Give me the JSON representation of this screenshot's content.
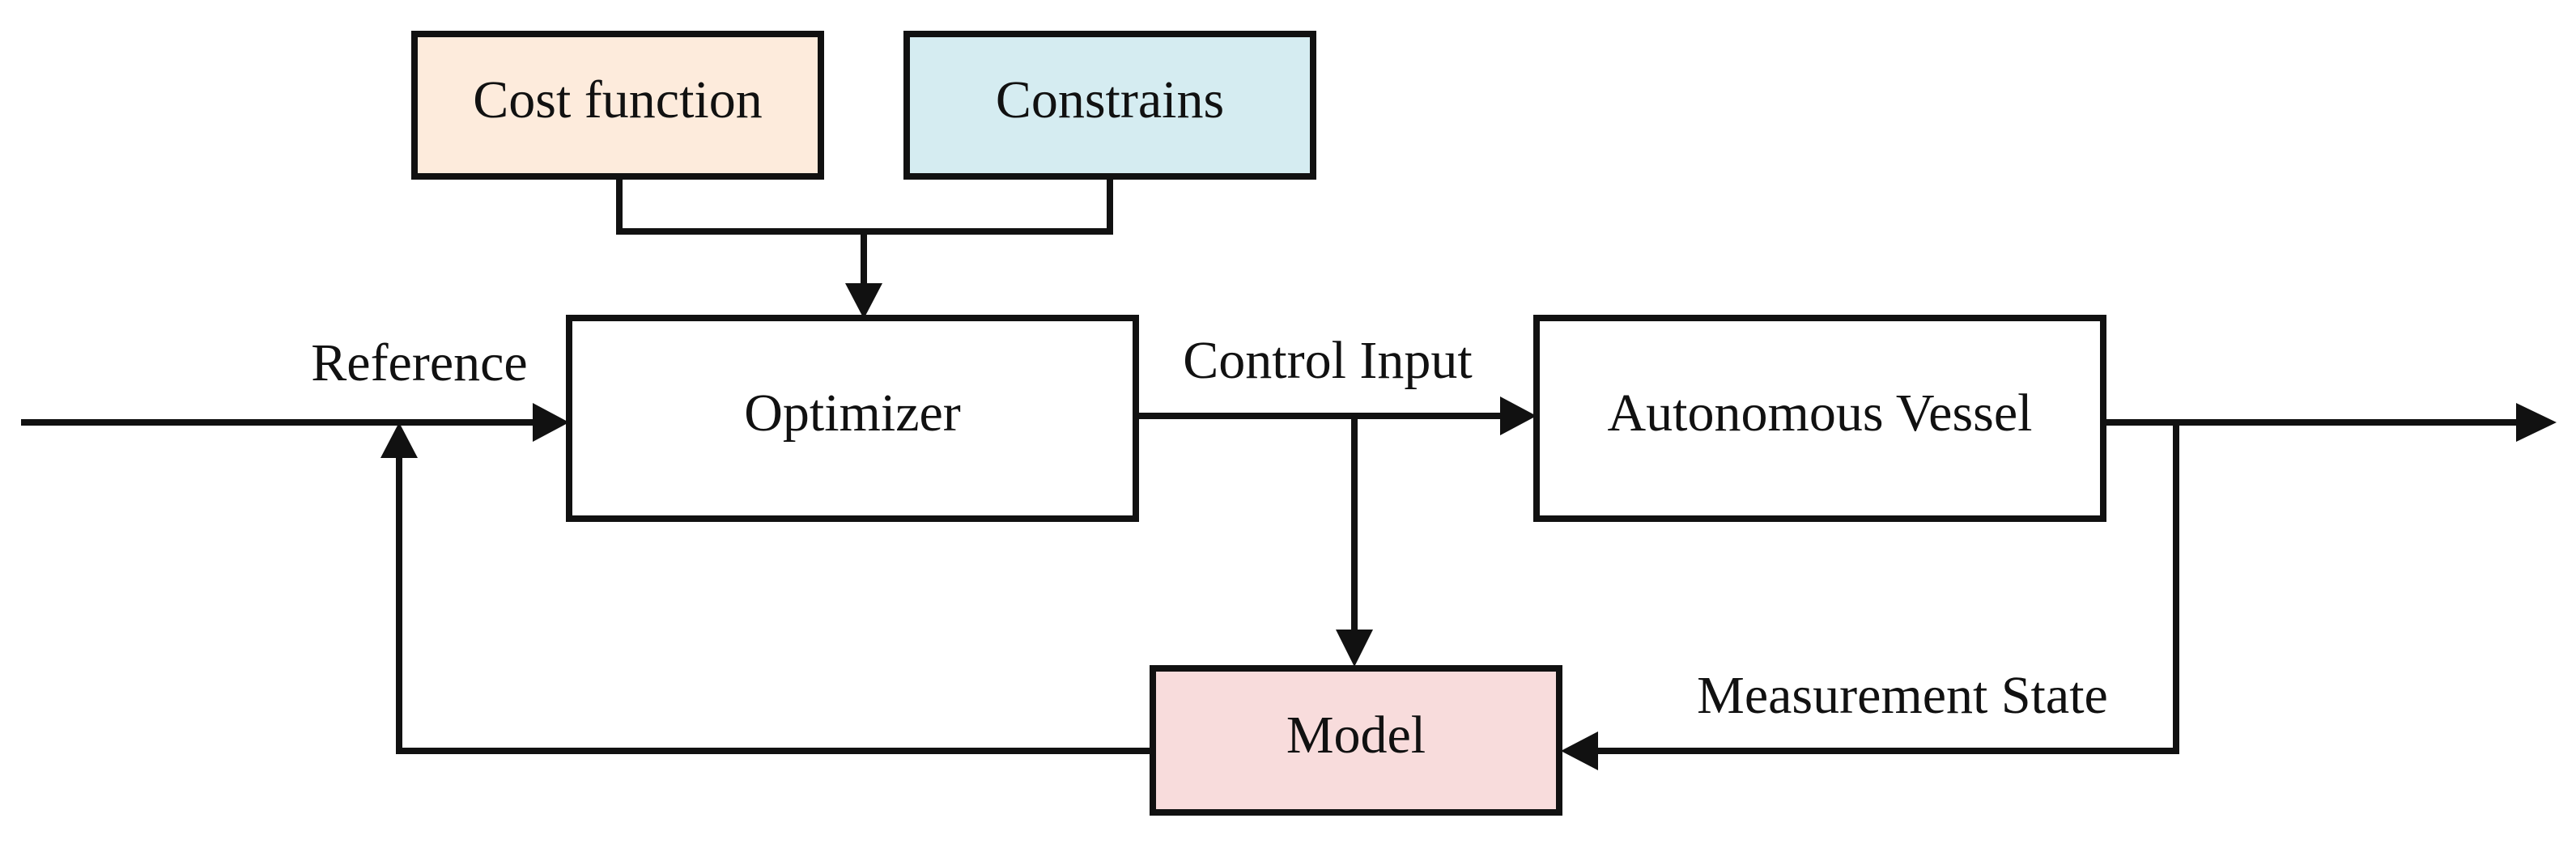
{
  "blocks": {
    "cost_function": {
      "label": "Cost function",
      "fill": "#fdebdc"
    },
    "constrains": {
      "label": "Constrains",
      "fill": "#d5ecf1"
    },
    "optimizer": {
      "label": "Optimizer",
      "fill": "#ffffff"
    },
    "autonomous_vessel": {
      "label": "Autonomous Vessel",
      "fill": "#ffffff"
    },
    "model": {
      "label": "Model",
      "fill": "#f8dcdc"
    }
  },
  "signals": {
    "reference": "Reference",
    "control_input": "Control Input",
    "measurement_state": "Measurement  State"
  }
}
